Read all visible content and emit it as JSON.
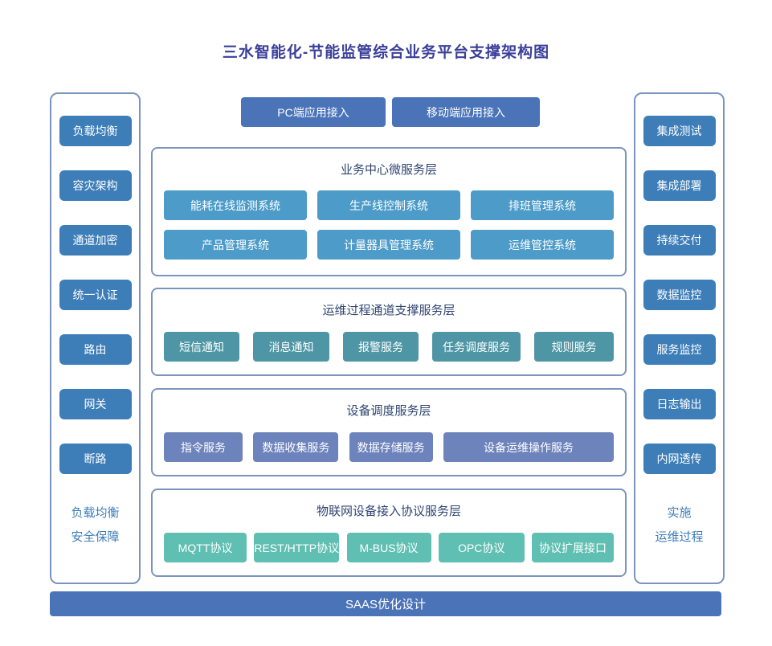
{
  "title": "三水智能化-节能监管综合业务平台支撑架构图",
  "colors": {
    "title_text": "#3A3F99",
    "section_title_text": "#2F4570",
    "primary_blue": "#4A73B8",
    "sidebar_node_blue": "#3E7EB8",
    "layer1_node_blue": "#4C9BC8",
    "layer2_node_teal": "#4E96A5",
    "layer3_node_slate": "#6D83BC",
    "layer4_node_mint": "#5FBFB2",
    "container_border": "#7A94BE"
  },
  "top_access": {
    "items": [
      "PC端应用接入",
      "移动端应用接入"
    ]
  },
  "left_sidebar": {
    "items": [
      "负载均衡",
      "容灾架构",
      "通道加密",
      "统一认证",
      "路由",
      "网关",
      "断路"
    ],
    "footer_lines": [
      "负载均衡",
      "安全保障"
    ]
  },
  "right_sidebar": {
    "items": [
      "集成测试",
      "集成部署",
      "持续交付",
      "数据监控",
      "服务监控",
      "日志输出",
      "内网透传"
    ],
    "footer_lines": [
      "实施",
      "运维过程"
    ]
  },
  "layers": [
    {
      "title": "业务中心微服务层",
      "items": [
        "能耗在线监测系统",
        "生产线控制系统",
        "排班管理系统",
        "产品管理系统",
        "计量器具管理系统",
        "运维管控系统"
      ]
    },
    {
      "title": "运维过程通道支撑服务层",
      "items": [
        "短信通知",
        "消息通知",
        "报警服务",
        "任务调度服务",
        "规则服务"
      ]
    },
    {
      "title": "设备调度服务层",
      "items": [
        "指令服务",
        "数据收集服务",
        "数据存储服务",
        "设备运维操作服务"
      ]
    },
    {
      "title": "物联网设备接入协议服务层",
      "items": [
        "MQTT协议",
        "REST/HTTP协议",
        "M-BUS协议",
        "OPC协议",
        "协议扩展接口"
      ]
    }
  ],
  "footer_bar": "SAAS优化设计"
}
